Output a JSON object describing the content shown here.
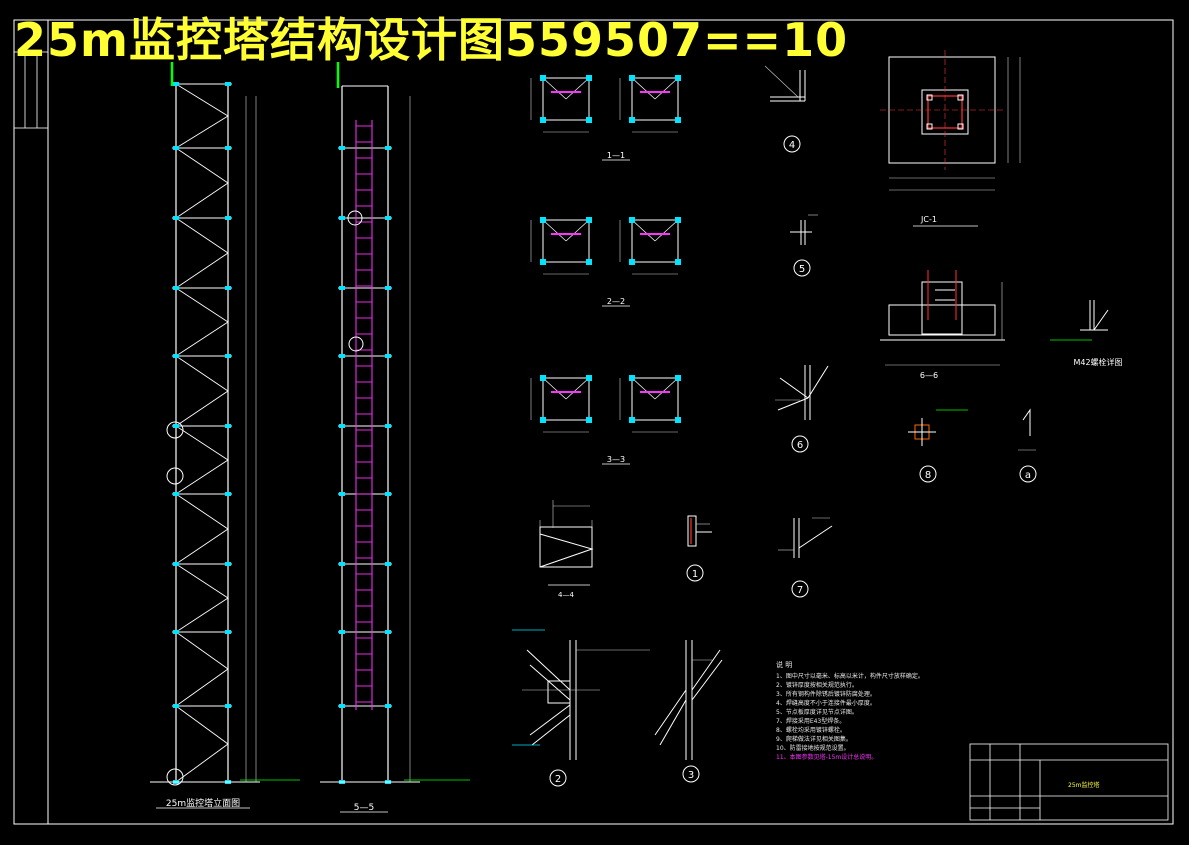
{
  "drawing": {
    "title": "25m监控塔结构设计图559507==10"
  },
  "colors": {
    "background": "#000000",
    "frame": "#ffffff",
    "title": "#ffff33",
    "member": "#ffffff",
    "joint": "#00e5ff",
    "ladder": "#ff33ff",
    "mark": "#00ff00",
    "dim": "#cfcfcf"
  },
  "views": {
    "elevation_caption": "25m监控塔立面图",
    "section55_caption": "5—5",
    "section11_caption": "1—1",
    "section22_caption": "2—2",
    "section33_caption": "3—3",
    "section44_caption": "4—4",
    "foundation_plan_caption": "JC-1",
    "section66_caption": "6—6",
    "bolt_detail_caption": "M42螺栓详图"
  },
  "detail_markers": [
    "1",
    "2",
    "3",
    "4",
    "5",
    "6",
    "7",
    "8",
    "a"
  ],
  "notes": {
    "heading": "说 明",
    "items": [
      "1、图中尺寸以毫米、标高以米计，构件尺寸放样确定。",
      "2、镀锌厚度按相关规范执行。",
      "3、所有钢构件除锈后镀锌防腐处理。",
      "4、焊缝高度不小于连接件最小厚度。",
      "5、节点板厚度详见节点详图。",
      "7、焊接采用E43型焊条。",
      "8、螺栓均采用镀锌螺栓。",
      "9、爬梯做法详见相关图集。",
      "10、防雷接地按规范设置。",
      "11、本图参数见塔-15m设计总说明。"
    ]
  },
  "title_block": {
    "project": "25m监控塔"
  }
}
